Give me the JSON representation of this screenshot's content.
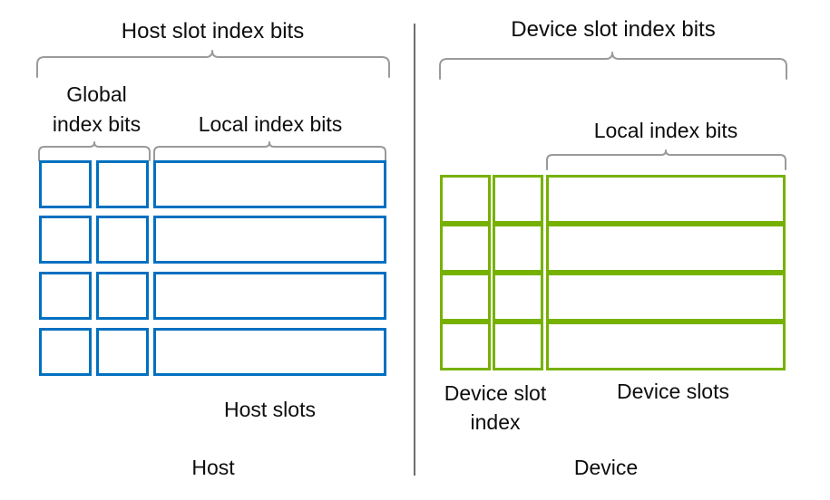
{
  "figure": {
    "background_color": "#ffffff",
    "host_color": "#0070c0",
    "device_color": "#76b100",
    "brace_color": "#9a9a9a",
    "divider_color": "#6b6d70"
  },
  "host": {
    "title_top": "Host slot index bits",
    "global_label_line1": "Global",
    "global_label_line2": "index bits",
    "local_label": "Local index bits",
    "slots_label": "Host slots",
    "side_label": "Host",
    "rows": 4,
    "columns": [
      "global-bit-0",
      "global-bit-1",
      "local-bits"
    ]
  },
  "device": {
    "title_top": "Device slot index bits",
    "local_label": "Local index bits",
    "index_label_line1": "Device slot",
    "index_label_line2": "index",
    "slots_label": "Device slots",
    "side_label": "Device",
    "rows": 4,
    "columns": [
      "device-index-col-0",
      "device-index-col-1",
      "device-slots"
    ]
  },
  "chart_data": {
    "type": "diagram",
    "title": "Host and Device slot index bit layout",
    "panels": [
      {
        "name": "Host",
        "accent": "#0070c0",
        "span_label": "Host slot index bits",
        "sub_spans": [
          {
            "label": "Global index bits",
            "columns": 2
          },
          {
            "label": "Local index bits",
            "columns": 1
          }
        ],
        "rows": 4,
        "cells_per_row": 3,
        "cell_style": "separated",
        "caption": "Host slots",
        "footer": "Host"
      },
      {
        "name": "Device",
        "accent": "#76b100",
        "span_label": "Device slot index bits",
        "sub_spans": [
          {
            "label": "Local index bits",
            "columns": 1
          }
        ],
        "rows": 4,
        "cells_per_row": 3,
        "cell_style": "contiguous",
        "caption_left": "Device slot index",
        "caption_right": "Device slots",
        "footer": "Device"
      }
    ]
  }
}
